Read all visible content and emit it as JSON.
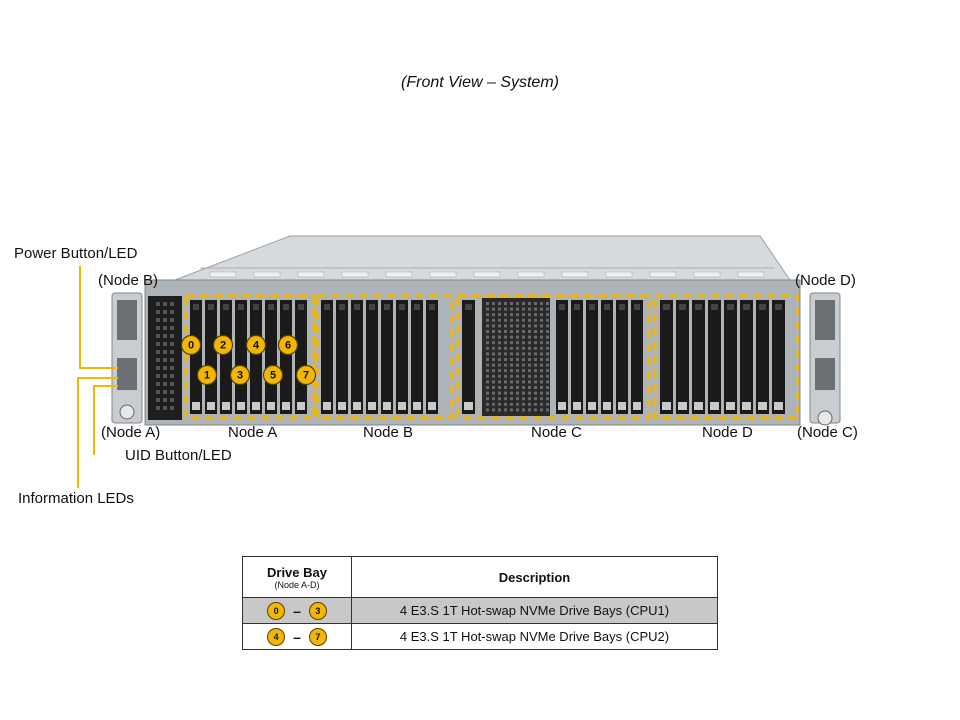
{
  "title": "(Front View – System)",
  "callouts": {
    "power": "Power Button/LED",
    "uid": "UID Button/LED",
    "info": "Information LEDs",
    "node_b_left": "(Node B)",
    "node_a_left": "(Node A)",
    "node_d_right": "(Node D)",
    "node_c_right": "(Node C)"
  },
  "nodes": [
    "Node A",
    "Node B",
    "Node C",
    "Node D"
  ],
  "bay_badges": [
    "0",
    "1",
    "2",
    "3",
    "4",
    "5",
    "6",
    "7"
  ],
  "colors": {
    "badge": "#f2b705",
    "dash_outline": "#f2b705",
    "callout_line": "#f2b705",
    "chassis": "#b8bcc0",
    "drive_black": "#1a1a1a"
  },
  "table": {
    "header": {
      "bay": "Drive Bay",
      "bay_sub": "(Node A-D)",
      "description": "Description"
    },
    "rows": [
      {
        "from": "0",
        "to": "3",
        "description": "4 E3.S 1T Hot-swap NVMe Drive Bays (CPU1)"
      },
      {
        "from": "4",
        "to": "7",
        "description": "4 E3.S 1T Hot-swap NVMe Drive Bays (CPU2)"
      }
    ]
  }
}
